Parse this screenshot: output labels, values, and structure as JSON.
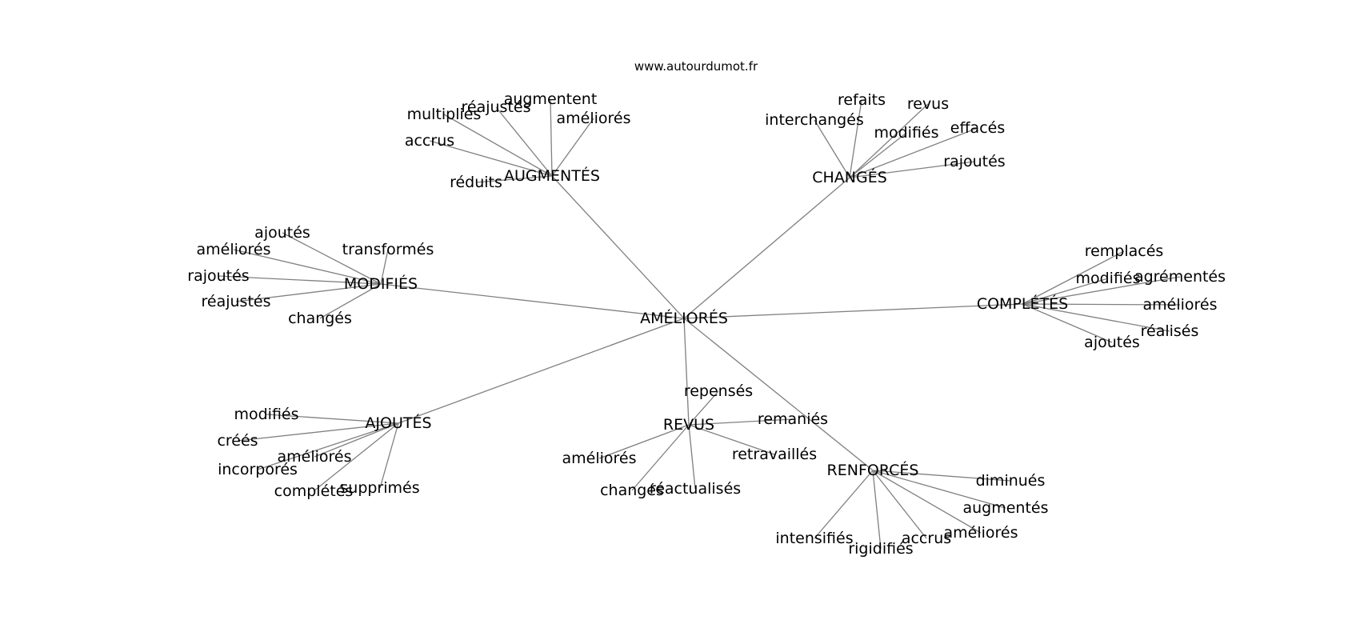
{
  "site_label": "www.autourdumot.fr",
  "graph": {
    "root": "AMÉLIORÉS",
    "clusters": [
      {
        "label": "AUGMENTÉS",
        "words": [
          "réduits",
          "accrus",
          "multipliés",
          "réajustés",
          "augmentent",
          "améliorés"
        ]
      },
      {
        "label": "CHANGÉS",
        "words": [
          "interchangés",
          "refaits",
          "revus",
          "modifiés",
          "effacés",
          "rajoutés"
        ]
      },
      {
        "label": "MODIFIÉS",
        "words": [
          "ajoutés",
          "améliorés",
          "rajoutés",
          "réajustés",
          "changés",
          "transformés"
        ]
      },
      {
        "label": "COMPLÉTÉS",
        "words": [
          "remplacés",
          "modifiés",
          "agrémentés",
          "améliorés",
          "réalisés",
          "ajoutés"
        ]
      },
      {
        "label": "AJOUTÉS",
        "words": [
          "modifiés",
          "créés",
          "améliorés",
          "incorporés",
          "complétés",
          "supprimés"
        ]
      },
      {
        "label": "REVUS",
        "words": [
          "repensés",
          "remaniés",
          "retravaillés",
          "réactualisés",
          "changés",
          "améliorés"
        ]
      },
      {
        "label": "RENFORCÉS",
        "words": [
          "diminués",
          "augmentés",
          "améliorés",
          "accrus",
          "rigidifiés",
          "intensifiés"
        ]
      }
    ]
  }
}
